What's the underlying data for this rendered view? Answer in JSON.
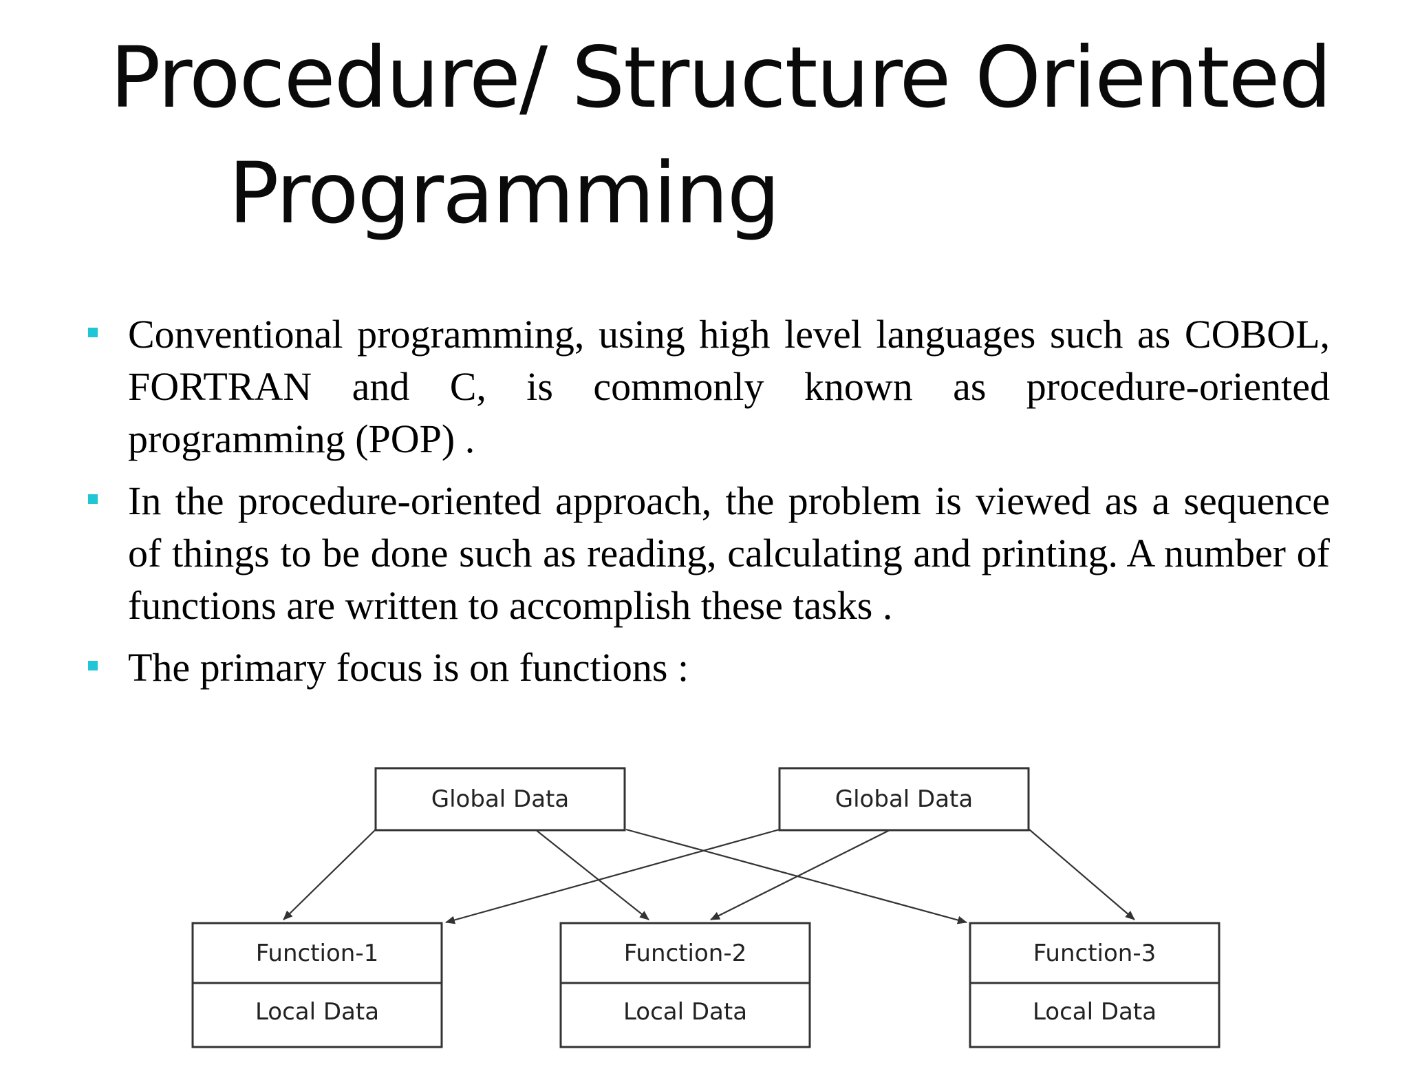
{
  "title": {
    "line1": "Procedure/ Structure Oriented",
    "line2": "Programming"
  },
  "bullets": [
    "Conventional programming, using high level languages such as COBOL, FORTRAN and C, is commonly known as procedure-oriented programming (POP) .",
    "In the procedure-oriented approach, the problem is viewed as a sequence of things to be done such as reading, calculating and printing. A number of functions are written to accomplish these tasks .",
    "The primary focus is on functions :"
  ],
  "colors": {
    "bullet_marker": "#1fc6d6",
    "diagram_stroke": "#333333"
  },
  "diagram": {
    "global_data": [
      {
        "label": "Global Data"
      },
      {
        "label": "Global Data"
      }
    ],
    "functions": [
      {
        "name": "Function-1",
        "local": "Local Data"
      },
      {
        "name": "Function-2",
        "local": "Local Data"
      },
      {
        "name": "Function-3",
        "local": "Local Data"
      }
    ]
  }
}
